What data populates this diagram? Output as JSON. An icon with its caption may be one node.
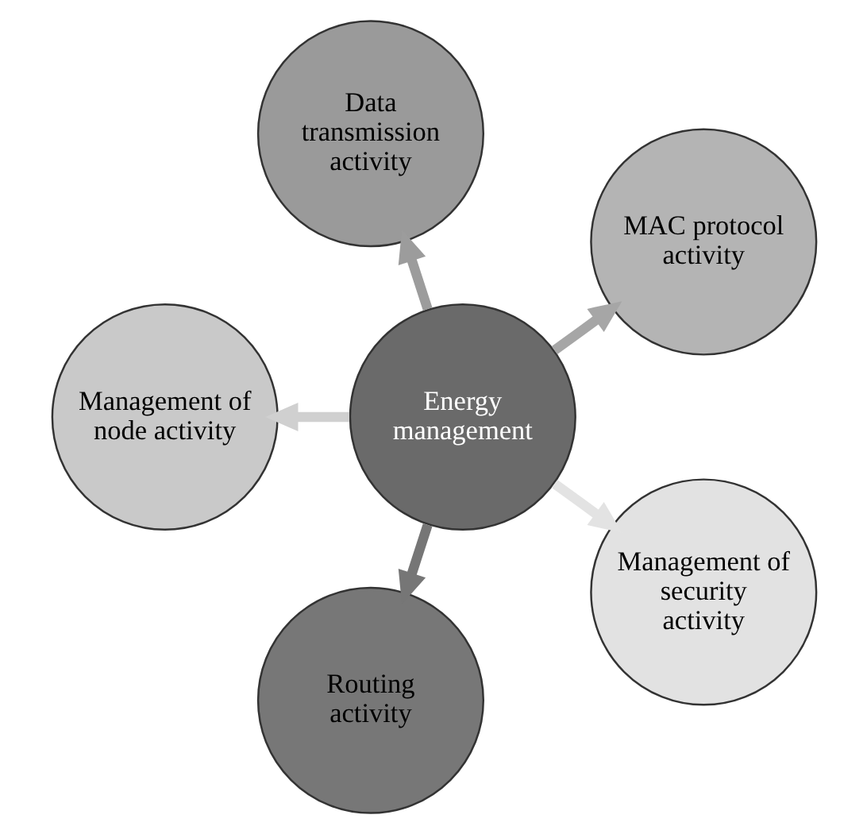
{
  "diagram": {
    "nodes": [
      {
        "text": [
          "MAC protocol activity"
        ]
      },
      {
        "text": [
          "Data transmission activity"
        ]
      },
      {
        "text": [
          "Management of node activity"
        ]
      },
      {
        "text": [
          "Energy management"
        ]
      },
      {
        "text": [
          "Routing activity"
        ]
      },
      {
        "text": [
          "Management of security activity"
        ]
      }
    ],
    "edges": [
      {
        "from": 3,
        "to": 0,
        "arrow": "to",
        "color": "#a6a6a6"
      },
      {
        "from": 3,
        "to": 2,
        "arrow": "to",
        "color": "#d0d0d0"
      },
      {
        "from": 3,
        "to": 5,
        "arrow": "to",
        "color": "#e3e3e3"
      },
      {
        "from": 3,
        "to": 4,
        "arrow": "to",
        "color": "#767676"
      },
      {
        "from": 3,
        "to": 1,
        "arrow": "to",
        "color": "#9c9c9c"
      }
    ]
  }
}
